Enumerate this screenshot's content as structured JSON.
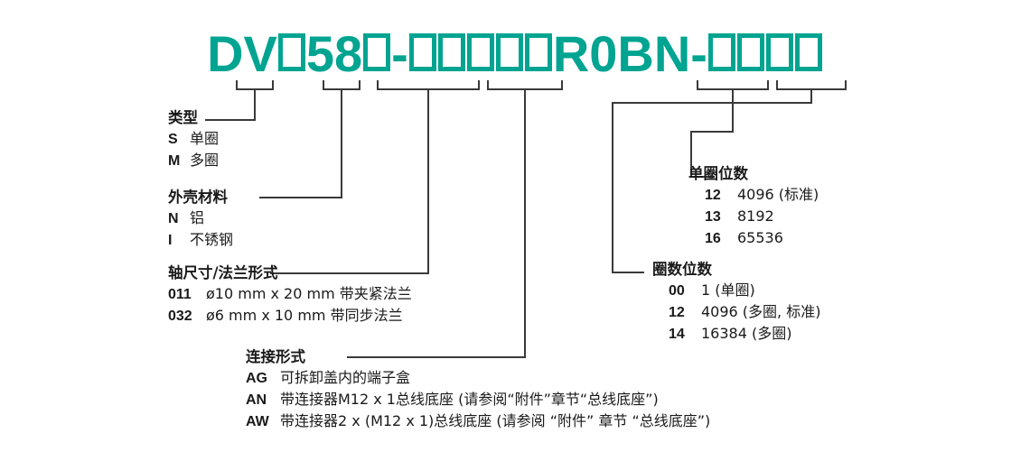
{
  "product_code": {
    "segments": [
      {
        "kind": "text",
        "value": "DV"
      },
      {
        "kind": "box"
      },
      {
        "kind": "text",
        "value": "58"
      },
      {
        "kind": "box"
      },
      {
        "kind": "text",
        "value": "-"
      },
      {
        "kind": "box"
      },
      {
        "kind": "box"
      },
      {
        "kind": "box"
      },
      {
        "kind": "box"
      },
      {
        "kind": "box"
      },
      {
        "kind": "text",
        "value": "R0BN-"
      },
      {
        "kind": "box"
      },
      {
        "kind": "box"
      },
      {
        "kind": "box"
      },
      {
        "kind": "box"
      }
    ],
    "plain": "DV□58□-□□□□□R0BN-□□□□",
    "accent_color": "#00A491"
  },
  "legends": {
    "type": {
      "title": "类型",
      "rows": [
        {
          "key": "S",
          "value": "单圈"
        },
        {
          "key": "M",
          "value": "多圈"
        }
      ]
    },
    "housing": {
      "title": "外壳材料",
      "rows": [
        {
          "key": "N",
          "value": "铝"
        },
        {
          "key": "I",
          "value": "不锈钢"
        }
      ]
    },
    "shaft": {
      "title": "轴尺寸/法兰形式",
      "rows": [
        {
          "key": "011",
          "value": "ø10 mm x 20 mm 带夹紧法兰"
        },
        {
          "key": "032",
          "value": "ø6 mm x 10 mm 带同步法兰"
        }
      ]
    },
    "connection": {
      "title": "连接形式",
      "rows": [
        {
          "key": "AG",
          "value": "可拆卸盖内的端子盒"
        },
        {
          "key": "AN",
          "value": "带连接器M12 x 1总线底座 (请参阅“附件”章节“总线底座”)"
        },
        {
          "key": "AW",
          "value": "带连接器2 x (M12 x 1)总线底座 (请参阅 “附件” 章节 “总线底座”)"
        }
      ]
    },
    "singleturn": {
      "title": "单圈位数",
      "rows": [
        {
          "key": "12",
          "value": "4096 (标准)"
        },
        {
          "key": "13",
          "value": "8192"
        },
        {
          "key": "16",
          "value": "65536"
        }
      ]
    },
    "turns": {
      "title": "圈数位数",
      "rows": [
        {
          "key": "00",
          "value": "1 (单圈)"
        },
        {
          "key": "12",
          "value": "4096 (多圈, 标准)"
        },
        {
          "key": "14",
          "value": "16384 (多圈)"
        }
      ]
    }
  },
  "colors": {
    "accent": "#00A491",
    "leader": "#3a3a3a",
    "text": "#1a1a1a",
    "background": "#ffffff"
  }
}
